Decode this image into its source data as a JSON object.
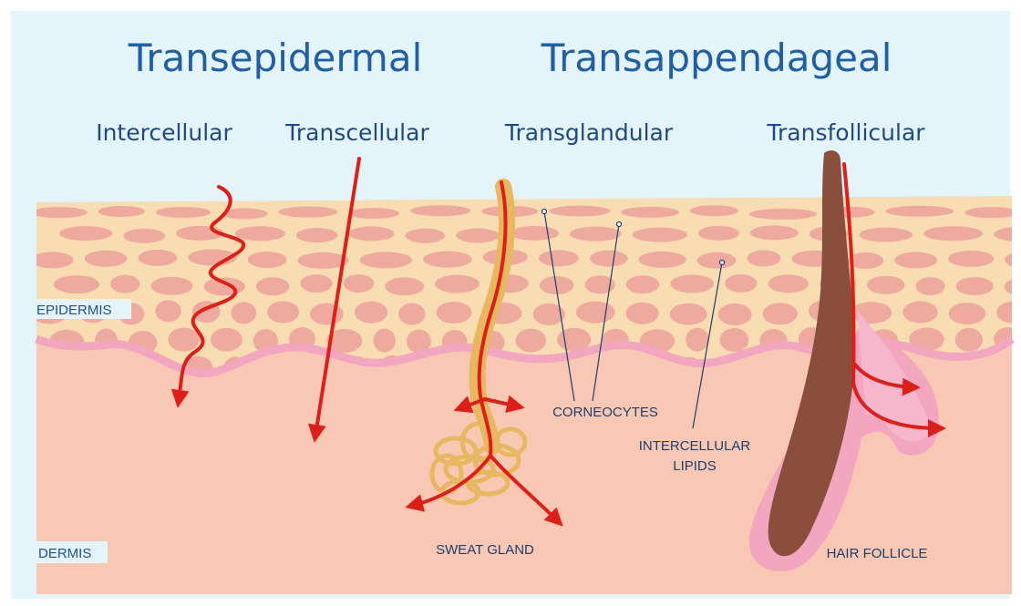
{
  "headings": {
    "transepidermal": "Transepidermal",
    "transappendageal": "Transappendageal"
  },
  "routes": {
    "intercellular": "Intercellular",
    "transcellular": "Transcellular",
    "transglandular": "Transglandular",
    "transfollicular": "Transfollicular"
  },
  "layers": {
    "epidermis": "EPIDERMIS",
    "dermis": "DERMIS"
  },
  "callouts": {
    "corneocytes": "CORNEOCYTES",
    "intercellular_lipids_line1": "INTERCELLULAR",
    "intercellular_lipids_line2": "LIPIDS",
    "sweat_gland": "SWEAT GLAND",
    "hair_follicle": "HAIR FOLLICLE"
  },
  "colors": {
    "background": "#e3f4fb",
    "stratum": "#f8dcb2",
    "cell": "#efaaa0",
    "dermis": "#f9c8b4",
    "basement": "#f2a6bf",
    "arrow": "#df1f17",
    "gland": "#e7b860",
    "hair": "#8a4f3c",
    "heading": "#1f5fa8"
  }
}
